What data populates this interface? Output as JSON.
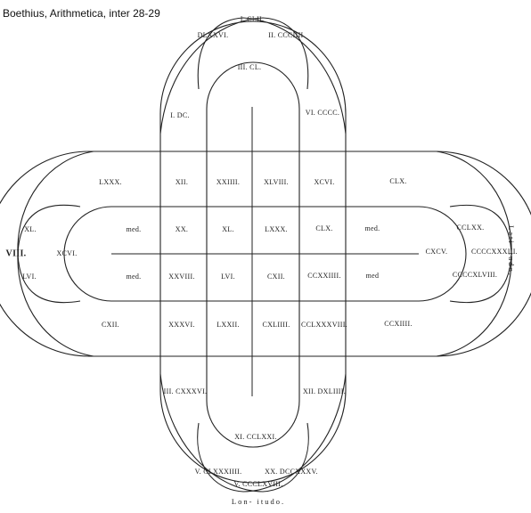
{
  "title": "Boethius, Arithmetica, inter 28-29",
  "labels": {
    "top_1": "I. CLII.",
    "top_2": "DLXXVI.",
    "top_3": "II. CCCIIII.",
    "top_4": "III. CL.",
    "top_5": "I. DC.",
    "top_6": "VI. CCCC.",
    "r1_1": "LXXX.",
    "r1_2": "XII.",
    "r1_3": "XXIIII.",
    "r1_4": "XLVIII.",
    "r1_5": "XCVI.",
    "r1_6": "CLX.",
    "r2_1": "med.",
    "r2_2": "XX.",
    "r2_3": "XL.",
    "r2_4": "LXXX.",
    "r2_5": "CLX.",
    "r2_6": "med.",
    "r3_1": "med.",
    "r3_2": "XXVIII.",
    "r3_3": "LVI.",
    "r3_4": "CXII.",
    "r3_5": "CCXXIIII.",
    "r3_6": "med",
    "r4_1": "CXII.",
    "r4_2": "XXXVI.",
    "r4_3": "LXXII.",
    "r4_4": "CXLIIII.",
    "r4_5": "CCLXXXVIII.",
    "r4_6": "CCXIIII.",
    "left_1": "XL.",
    "left_2": "VIII.",
    "left_3": "XCVI.",
    "left_4": "LVI.",
    "right_1": "CCLXX.",
    "right_2": "CXCV.",
    "right_3": "CCCCXXXIII.",
    "right_4": "CCCCXLVIII.",
    "bottom_1": "III. CXXXVI.",
    "bottom_2": "XII. DXLIIII.",
    "bottom_3": "XI. CCLXXI.",
    "bottom_4": "V. CLXXXIIII.",
    "bottom_5": "XX. DCCXXXV.",
    "bottom_6": "V. CCCLXVIII.",
    "latitudo": "Lati- tudo.",
    "longitudo": "Lon- itudo."
  }
}
